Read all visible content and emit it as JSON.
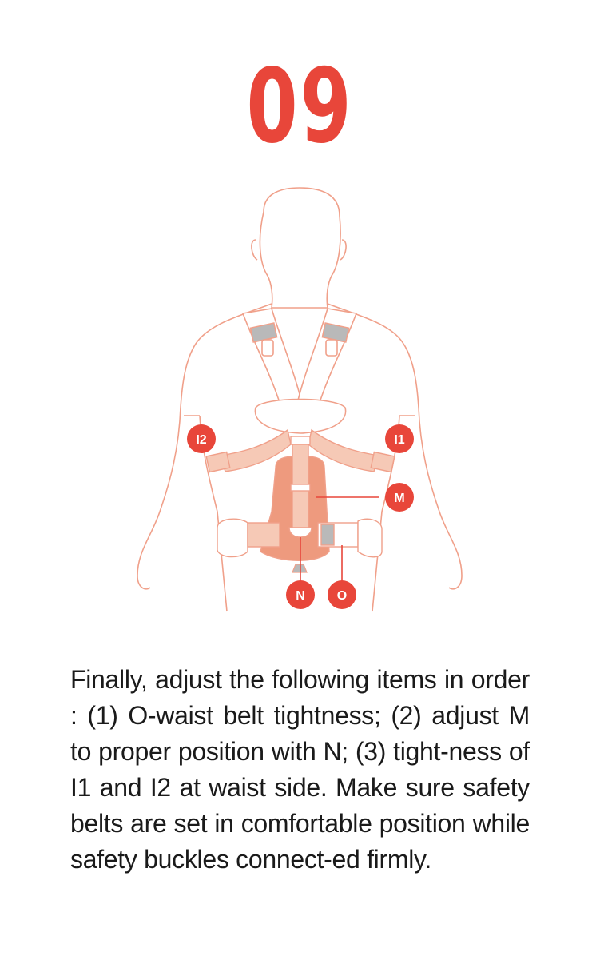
{
  "step": {
    "number": "09"
  },
  "labels": {
    "i2": "I2",
    "i1": "I1",
    "m": "M",
    "n": "N",
    "o": "O"
  },
  "instructions": {
    "text": "Finally, adjust the following items in order : (1) O-waist belt tightness; (2) adjust M to proper position with N; (3) tight-ness of I1 and I2 at waist side. Make sure safety belts are set in comfortable position while safety buckles connect-ed firmly."
  },
  "colors": {
    "accent": "#e8463a",
    "line": "#f0a08a",
    "fill": "#ee9a7e",
    "fill_light": "#f6c9b6"
  }
}
